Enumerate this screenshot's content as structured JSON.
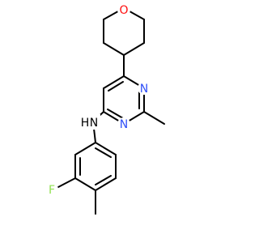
{
  "molecule": {
    "bond_color": "#000000",
    "atoms": {
      "oxygen": {
        "symbol": "O",
        "color": "#ff0d0d"
      },
      "n_ring_upper": {
        "symbol": "N",
        "color": "#3050f8"
      },
      "n_ring_lower": {
        "symbol": "N",
        "color": "#3050f8"
      },
      "amine": {
        "symbol": "N",
        "hydrogen": "H",
        "color": "#000000"
      },
      "fluorine": {
        "symbol": "F",
        "color": "#90e050"
      }
    }
  }
}
